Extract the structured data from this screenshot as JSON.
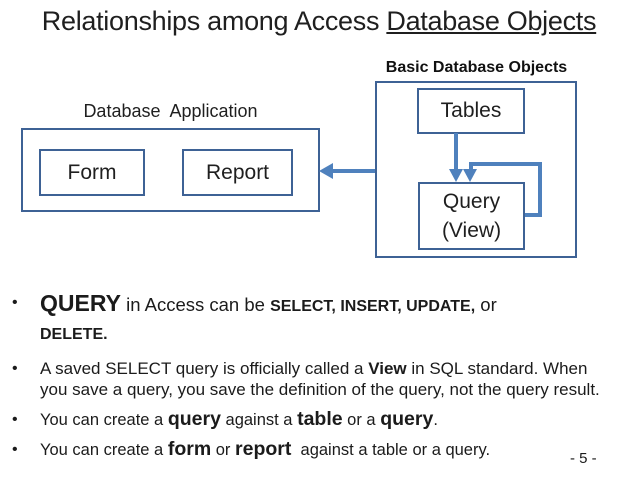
{
  "slide": {
    "title_prefix": "Relationships among Access ",
    "title_underlined": "Database Objects",
    "page_number": "- 5 -",
    "bullet_char": "•"
  },
  "colors": {
    "box_border": "#3e6295",
    "arrow": "#4f81bd",
    "text": "#1b1b1b",
    "background": "#ffffff"
  },
  "diagram": {
    "app_label": "Database  Application",
    "form_label": "Form",
    "report_label": "Report",
    "bdo_label": "Basic Database Objects",
    "tables_label": "Tables",
    "query_line1": "Query",
    "query_line2": "(View)"
  },
  "bullets": {
    "b1": {
      "t1": "QUERY",
      "t2": " in Access can be ",
      "t3": "SELECT, INSERT, UPDATE,",
      "t4": " or ",
      "t5": "DELETE."
    },
    "b2": {
      "t1": "A saved SELECT query is officially called a ",
      "t2": "View",
      "t3": " in SQL standard. When",
      "t4": "you save a query, you save the definition of the query, not the query result."
    },
    "b3": {
      "t1": "You can create a ",
      "t2": "query",
      "t3": " against a ",
      "t4": "table",
      "t5": " or a ",
      "t6": "query",
      "t7": "."
    },
    "b4": {
      "t1": "You can create a ",
      "t2": "form",
      "t3": " or ",
      "t4": "report",
      "t5": "  against a table or a query."
    }
  }
}
